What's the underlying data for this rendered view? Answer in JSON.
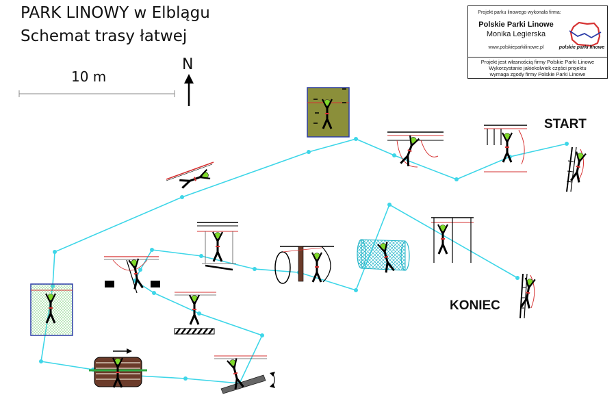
{
  "header": {
    "title_line1": "PARK LINOWY w Elblągu",
    "title_line2": "Schemat trasy łatwej"
  },
  "scale": {
    "label": "10 m"
  },
  "compass": {
    "label": "N",
    "icon": "north-arrow-icon"
  },
  "labels": {
    "start": "START",
    "end": "KONIEC"
  },
  "info_box": {
    "credit": "Projekt parku linowego wykonała firma:",
    "company": "Polskie Parki Linowe",
    "person": "Monika Legierska",
    "url": "www.polskieparkilinowe.pl",
    "logo_text": "polskie parki linowe",
    "logo_icon": "poland-map-logo-icon",
    "legal_line1": "Projekt jest własnością firmy Polskie Parki Linowe",
    "legal_line2": "Wykorzystanie jakiekolwiek części projektu",
    "legal_line3": "wymaga zgody firmy Polskie Parki Linowe"
  },
  "colors": {
    "route": "#3ed6e8",
    "rope_red": "#d63232",
    "helmet": "#7fd82a",
    "green_panel": "#dff3df",
    "olive_panel": "#8b8f3a",
    "frame_blue": "#2d3da8"
  },
  "obstacles": [
    {
      "icon": "ladder-climb-icon",
      "at": "start"
    },
    {
      "icon": "rope-net-frame-icon"
    },
    {
      "icon": "hanging-loops-icon"
    },
    {
      "icon": "climbing-wall-panel-icon"
    },
    {
      "icon": "zipline-icon"
    },
    {
      "icon": "climbing-net-panel-icon"
    },
    {
      "icon": "rolling-log-bridge-icon"
    },
    {
      "icon": "swinging-plank-icon"
    },
    {
      "icon": "stepping-blocks-icon"
    },
    {
      "icon": "suspended-bridge-icon"
    },
    {
      "icon": "rope-traverse-icon"
    },
    {
      "icon": "hoop-passage-icon"
    },
    {
      "icon": "net-tunnel-icon"
    },
    {
      "icon": "rope-frame-icon"
    },
    {
      "icon": "ladder-descent-icon",
      "at": "end"
    }
  ]
}
